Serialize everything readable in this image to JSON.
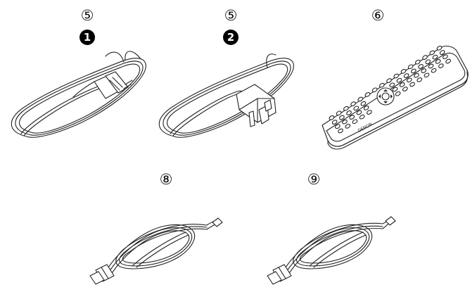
{
  "items": [
    {
      "number": "⑤",
      "badge": "1"
    },
    {
      "number": "⑤",
      "badge": "2"
    },
    {
      "number": "⑥"
    },
    {
      "number": "⑧"
    },
    {
      "number": "⑨"
    }
  ],
  "remote": {
    "brand": "DENON"
  },
  "icons": {
    "item1": "power-cord-euro-plug-icon",
    "item2": "power-cord-uk-plug-icon",
    "item3": "remote-control-icon",
    "item4": "fm-antenna-cable-icon",
    "item5": "fm-antenna-cable-icon"
  }
}
